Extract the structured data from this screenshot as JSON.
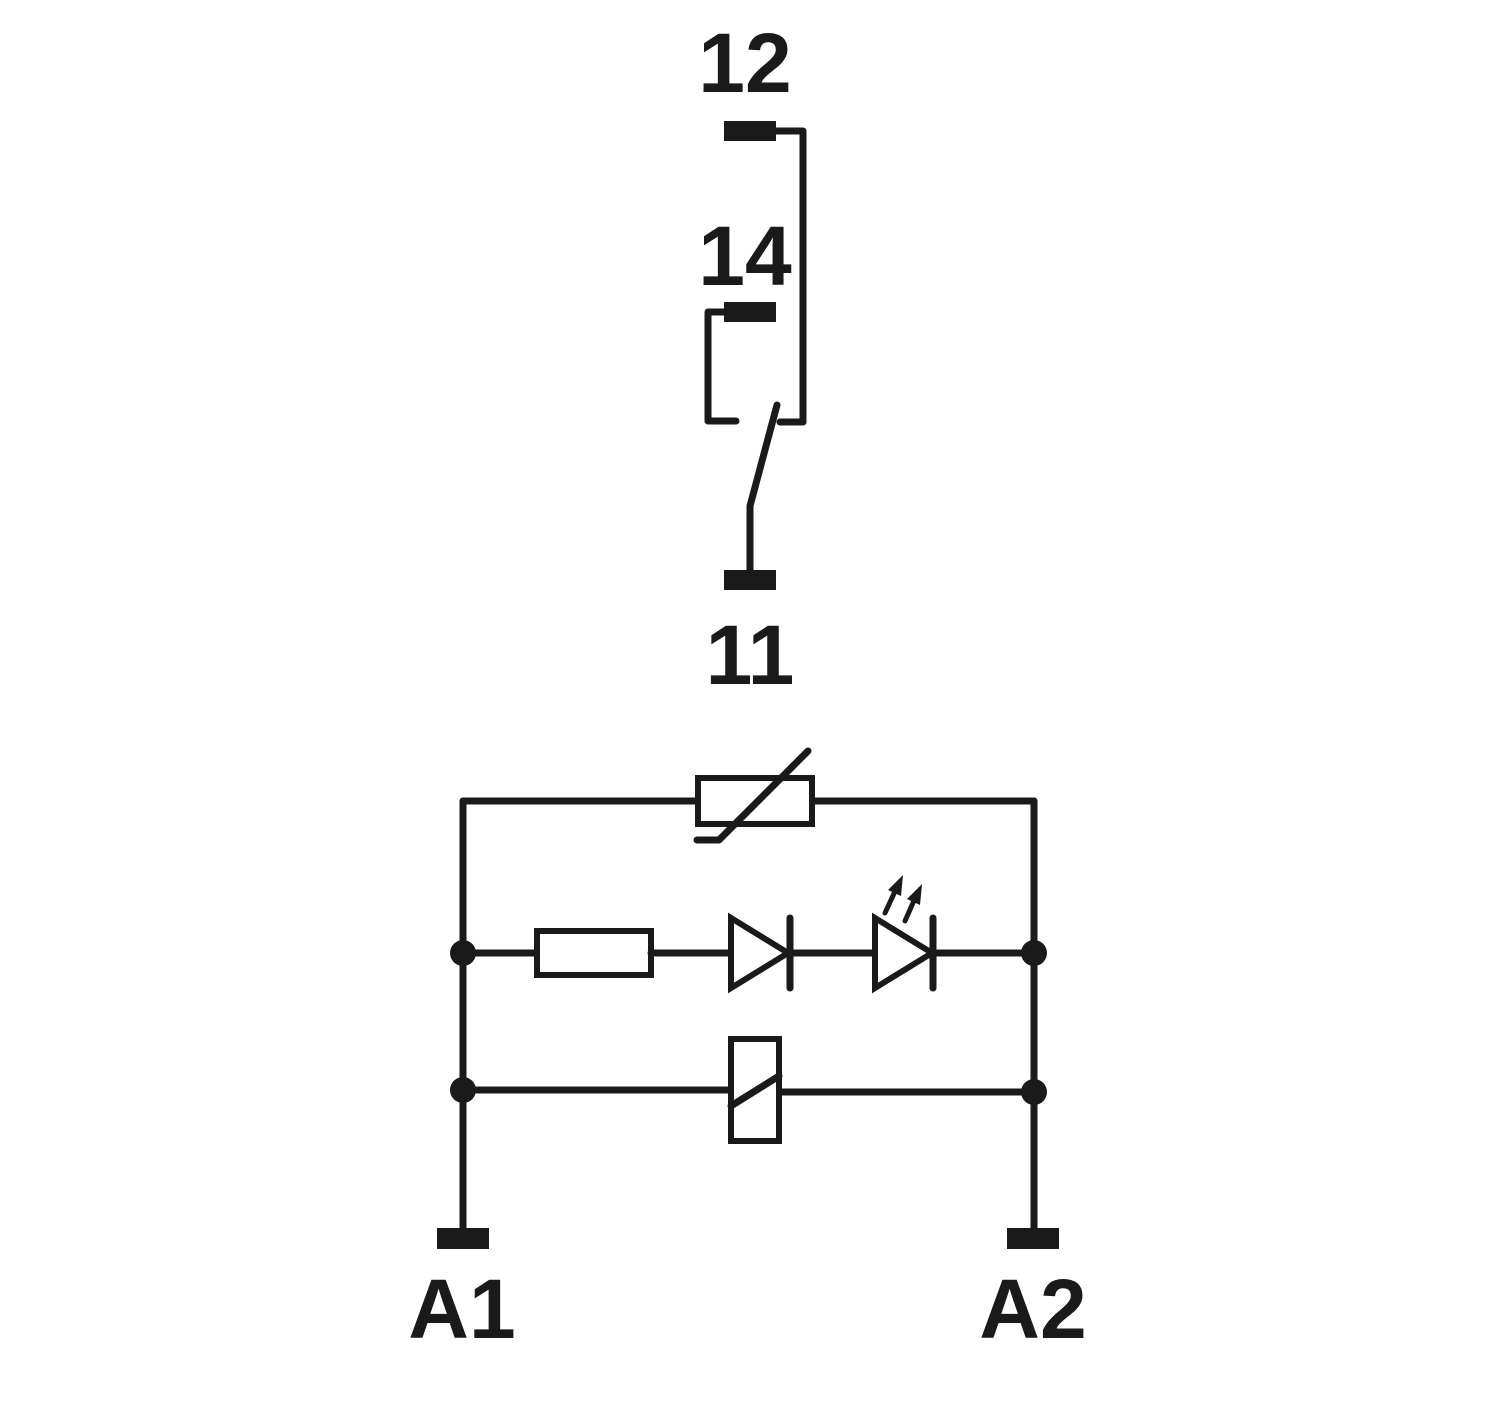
{
  "terminals": {
    "t12": "12",
    "t14": "14",
    "t11": "11",
    "a1": "A1",
    "a2": "A2"
  },
  "colors": {
    "ink": "#1a1a1a",
    "background": "#ffffff"
  }
}
